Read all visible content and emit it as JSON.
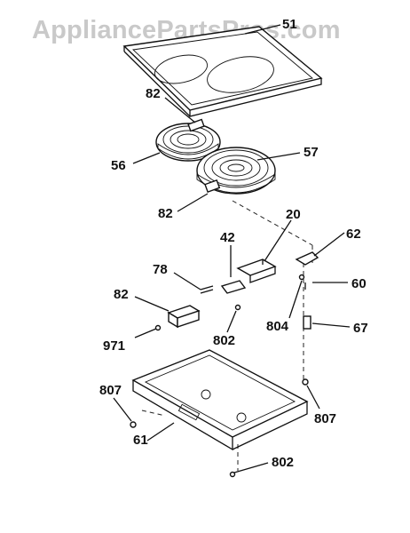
{
  "watermark": "AppliancePartsPros.com",
  "callouts": [
    {
      "id": "51",
      "text": "51"
    },
    {
      "id": "82a",
      "text": "82"
    },
    {
      "id": "56",
      "text": "56"
    },
    {
      "id": "57",
      "text": "57"
    },
    {
      "id": "82b",
      "text": "82"
    },
    {
      "id": "20",
      "text": "20"
    },
    {
      "id": "42",
      "text": "42"
    },
    {
      "id": "62",
      "text": "62"
    },
    {
      "id": "78",
      "text": "78"
    },
    {
      "id": "82c",
      "text": "82"
    },
    {
      "id": "60",
      "text": "60"
    },
    {
      "id": "804",
      "text": "804"
    },
    {
      "id": "67",
      "text": "67"
    },
    {
      "id": "971",
      "text": "971"
    },
    {
      "id": "802a",
      "text": "802"
    },
    {
      "id": "807a",
      "text": "807"
    },
    {
      "id": "807b",
      "text": "807"
    },
    {
      "id": "61",
      "text": "61"
    },
    {
      "id": "802b",
      "text": "802"
    }
  ]
}
